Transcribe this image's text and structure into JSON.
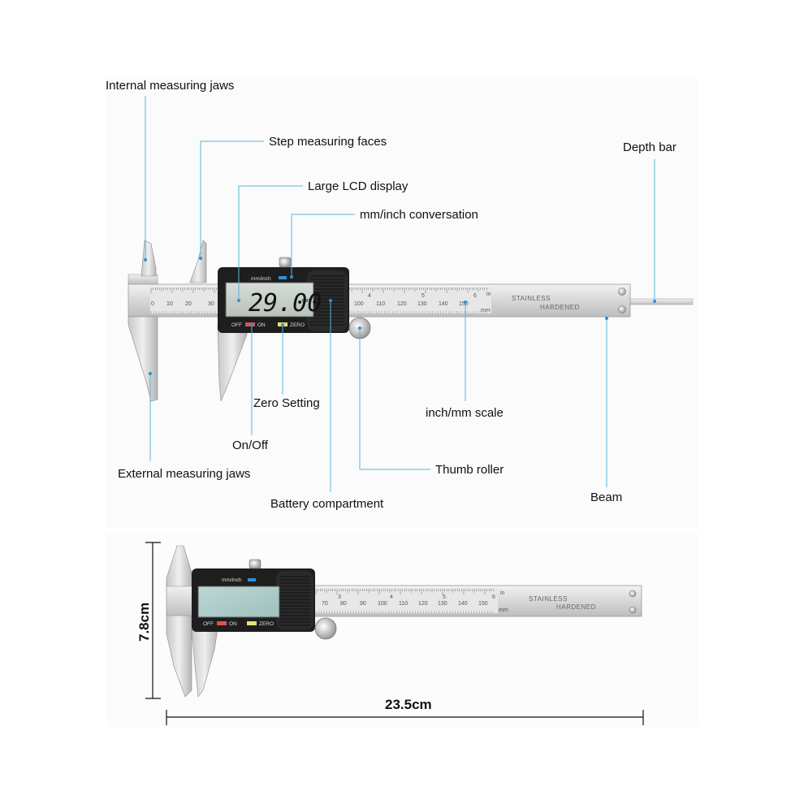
{
  "labels": {
    "internal_jaws": "Internal measuring jaws",
    "step_faces": "Step measuring faces",
    "lcd_display": "Large LCD display",
    "mm_inch": "mm/inch conversation",
    "depth_bar": "Depth bar",
    "zero_setting": "Zero Setting",
    "inch_mm_scale": "inch/mm scale",
    "on_off": "On/Off",
    "thumb_roller": "Thumb roller",
    "external_jaws": "External measuring jaws",
    "beam": "Beam",
    "battery": "Battery compartment"
  },
  "caliper": {
    "reading": "29.00",
    "unit": "mm",
    "mode_label": "mm/inch",
    "off_label": "OFF",
    "on_label": "ON",
    "zero_label": "ZERO",
    "engraving_1": "STAINLESS",
    "engraving_2": "HARDENED",
    "scale_unit": "mm",
    "scale_inch_unit": "in",
    "scale_numbers_top": [
      "0",
      "10",
      "20",
      "30",
      "100",
      "110",
      "120",
      "130",
      "140",
      "150"
    ],
    "inch_numbers_top": [
      "4",
      "5",
      "6"
    ],
    "scale_numbers_bottom": [
      "70",
      "80",
      "90",
      "100",
      "110",
      "120",
      "130",
      "140",
      "150"
    ],
    "inch_numbers_bottom": [
      "3",
      "4",
      "5",
      "6"
    ]
  },
  "dimensions": {
    "height": "7.8cm",
    "width": "23.5cm"
  },
  "colors": {
    "leader": "#5ab4d8",
    "steel": "#d9d9d9",
    "body": "#1e1e1e",
    "lcd": "#c9d2cc",
    "off_button": "#d9534f",
    "zero_button": "#e8e070",
    "mode_indicator": "#2f8fd8"
  }
}
